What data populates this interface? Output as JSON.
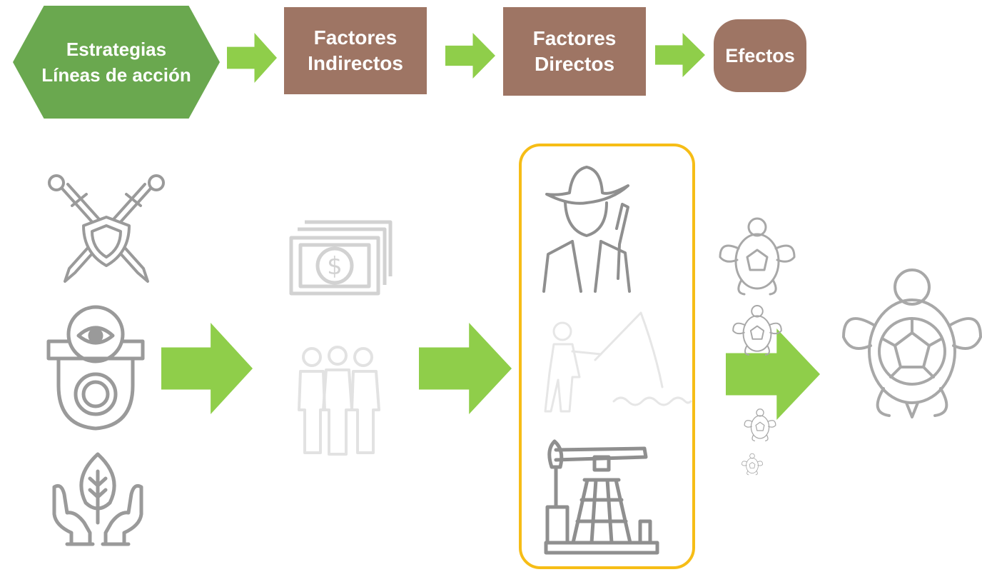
{
  "header": {
    "strategies": {
      "line1": "Estrategias",
      "line2": "Líneas de acción"
    },
    "indirect": {
      "line1": "Factores",
      "line2": "Indirectos"
    },
    "direct": {
      "line1": "Factores",
      "line2": "Directos"
    },
    "effects": {
      "label": "Efectos"
    }
  },
  "icons": {
    "strategies": [
      "swords-shield-icon",
      "surveillance-badge-icon",
      "hands-leaf-icon"
    ],
    "indirect": [
      "money-stack-icon",
      "people-group-icon"
    ],
    "direct": [
      "cowboy-hunter-icon",
      "fisherman-icon",
      "oil-pump-icon"
    ],
    "effects": [
      "small-turtles-icon",
      "large-turtle-icon"
    ]
  },
  "colors": {
    "strategies_fill": "#6aa84f",
    "factor_fill": "#9e7564",
    "arrow_fill": "#8fce4a",
    "highlight_border": "#f6bd16",
    "icon_stroke": "#9a9a9a"
  }
}
